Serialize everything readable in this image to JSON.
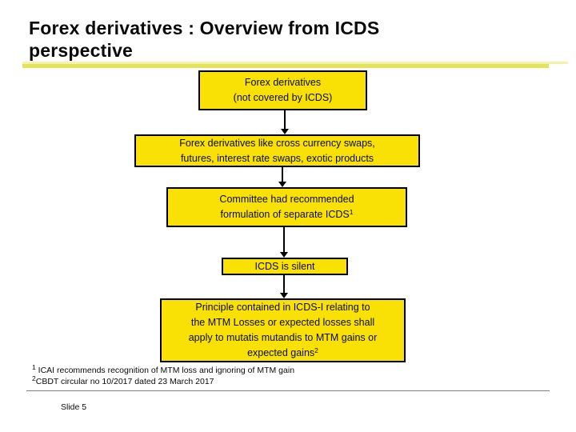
{
  "colors": {
    "box_fill": "#FAE105",
    "box_border": "#000000",
    "underline_light": "#F3F3A9",
    "underline_main": "#E4E45C",
    "divider": "#7F7F7F",
    "text": "#000000"
  },
  "header": {
    "title_line1": "Forex derivatives : Overview from ICDS",
    "title_line2": "perspective"
  },
  "flowchart": {
    "boxes": [
      {
        "lines": [
          "Forex derivatives",
          "(not covered by ICDS)"
        ]
      },
      {
        "lines": [
          "Forex derivatives like cross currency swaps,",
          "futures, interest rate swaps, exotic products"
        ]
      },
      {
        "lines": [
          "Committee had recommended",
          "formulation of separate ICDS"
        ],
        "sup": "1"
      },
      {
        "lines": [
          "ICDS is silent"
        ]
      },
      {
        "lines": [
          "Principle contained in ICDS-I relating to",
          "the MTM Losses or expected losses shall",
          "apply to mutatis mutandis to MTM gains or",
          "expected gains"
        ],
        "sup": "2"
      }
    ]
  },
  "footnotes": [
    {
      "sup": "1",
      "text": " ICAI recommends recognition of MTM loss and ignoring of MTM gain"
    },
    {
      "sup": "2",
      "text": "CBDT circular no 10/2017 dated 23 March 2017"
    }
  ],
  "footer": {
    "slide_label": "Slide 5"
  }
}
